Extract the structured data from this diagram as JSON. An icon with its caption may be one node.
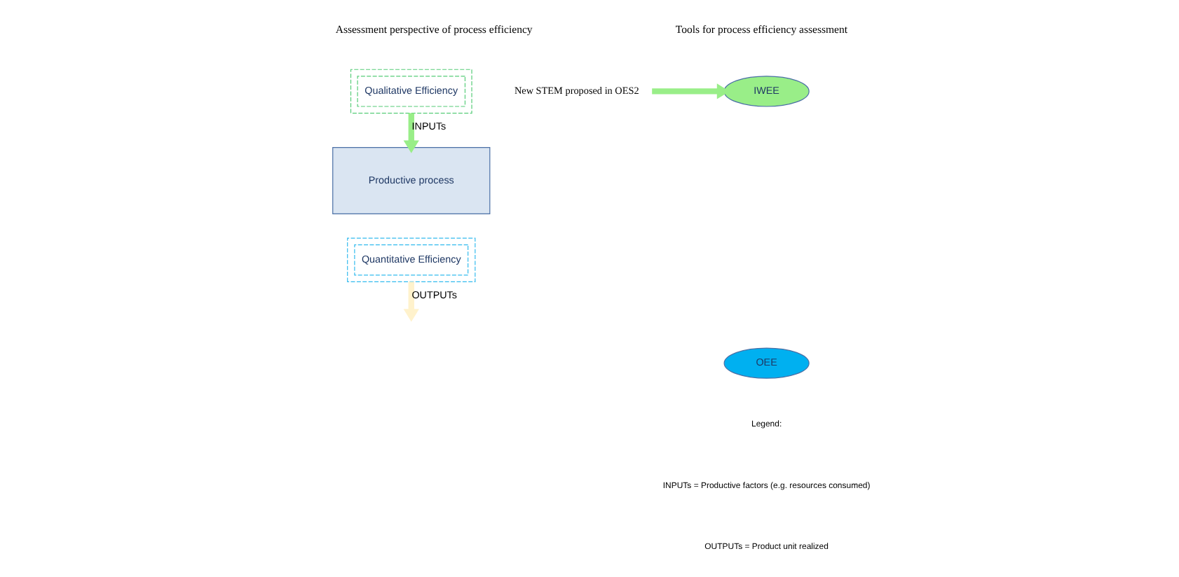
{
  "diagram": {
    "nodes": [
      {
        "text": [],
        "shape": "box"
      },
      {
        "text": [
          "Qualitative Efficiency"
        ],
        "in": 0
      },
      {
        "text": [
          "Productive process"
        ]
      },
      {
        "text": [],
        "shape": "box"
      },
      {
        "text": [
          "Quantitative Efficiency"
        ],
        "in": 3
      },
      {
        "text": [
          "IWEE"
        ]
      },
      {
        "text": [
          "OEE"
        ]
      },
      {
        "text": [
          "New STEM proposed in OES2"
        ]
      }
    ],
    "edges": [
      {
        "from": 0,
        "to": 2,
        "arrow": "to",
        "label": "INPUTs",
        "color": "#99ee88"
      },
      {
        "from": 3,
        "to": null,
        "arrow": "to",
        "label": "OUTPUTs",
        "color": "#fff2cc"
      },
      {
        "from": 7,
        "to": 5,
        "arrow": "to",
        "color": "#99ee88"
      }
    ],
    "labels": [
      "Assessment perspective of process efficiency",
      "Tools for process efficiency assessment",
      "Legend:",
      "INPUTs = Productive factors (e.g. resources consumed)",
      "OUTPUTs = Product unit realized"
    ]
  }
}
